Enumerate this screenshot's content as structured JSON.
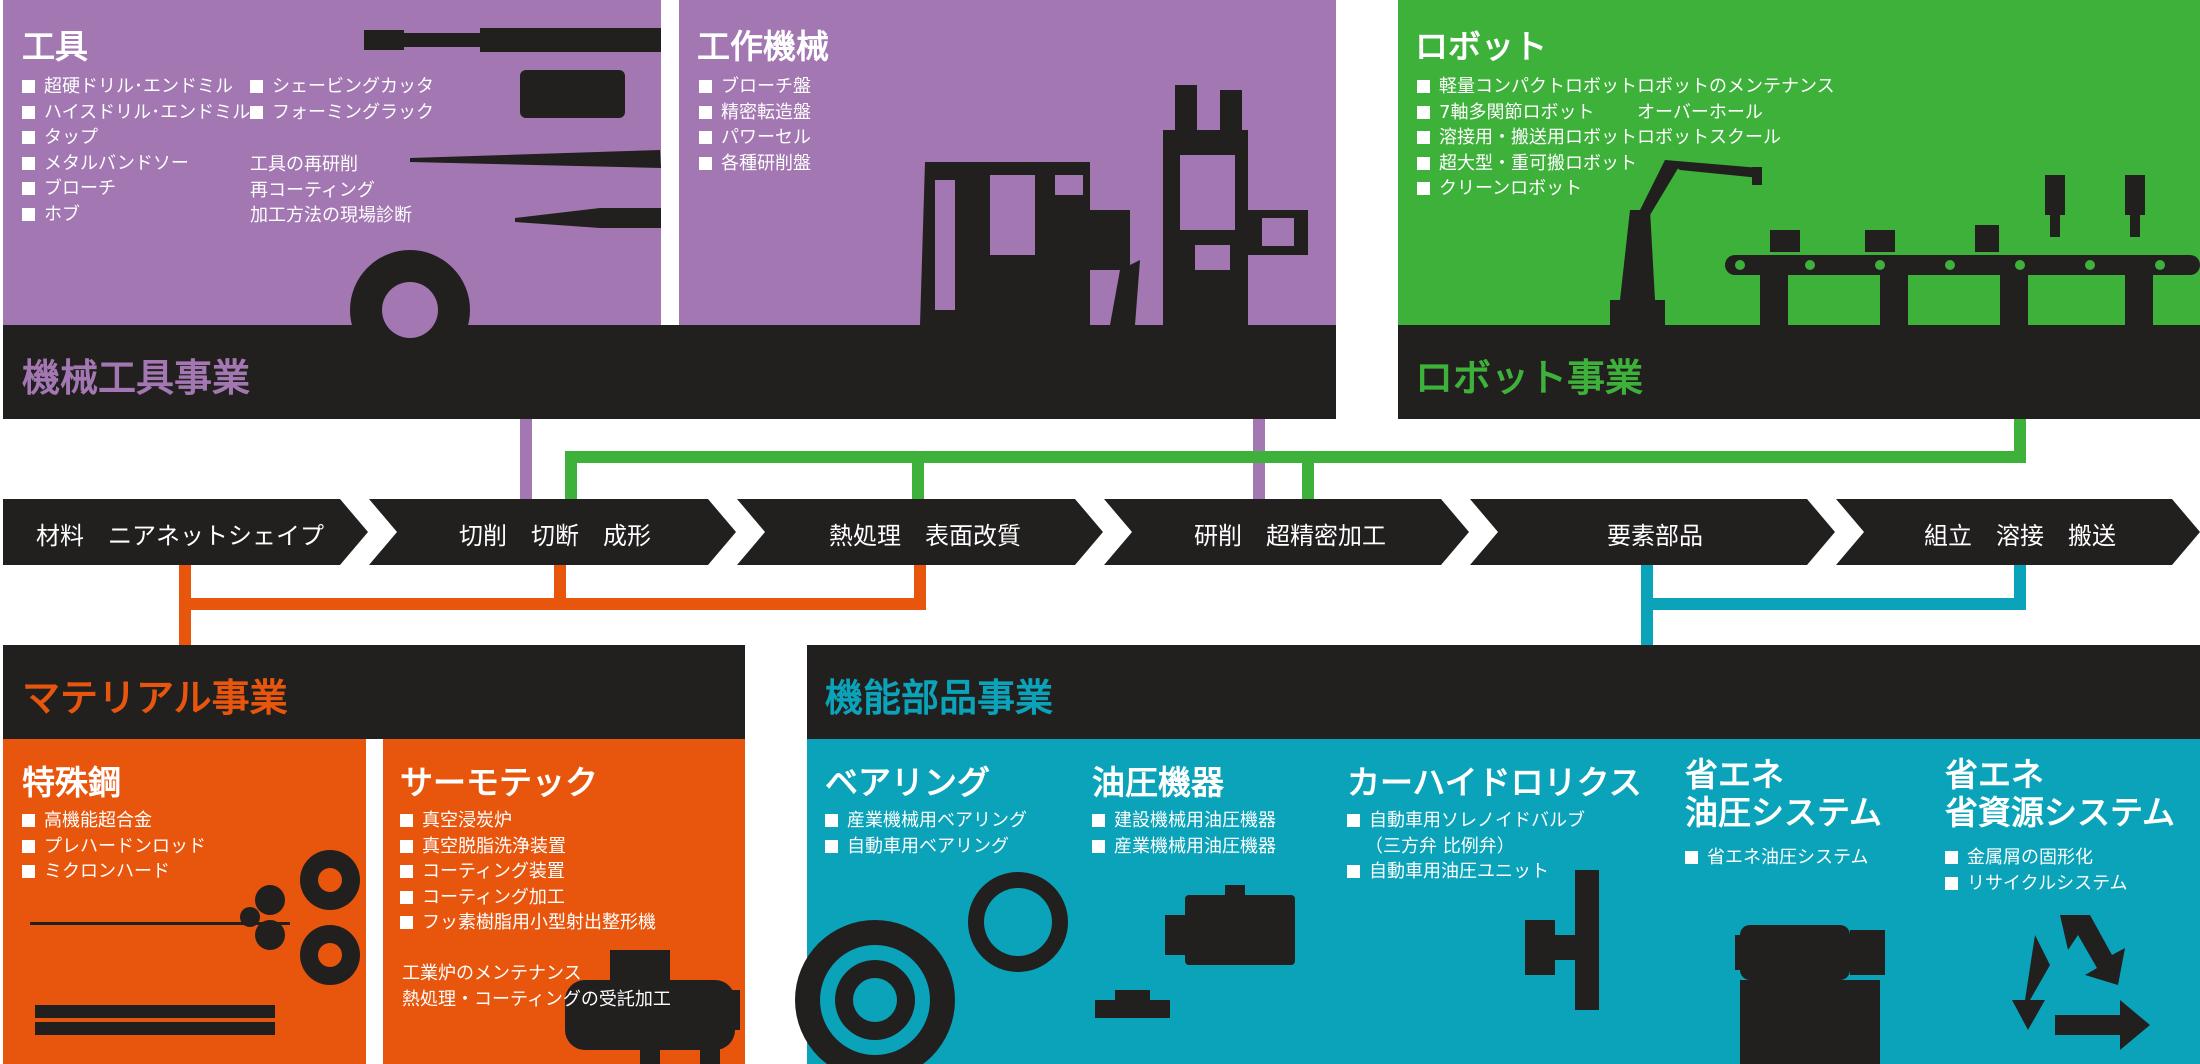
{
  "top": {
    "tools": {
      "title": "工具",
      "items_left": [
        "超硬ドリル･エンドミル",
        "ハイスドリル･エンドミル",
        "タップ",
        "メタルバンドソー",
        "ブローチ",
        "ホブ"
      ],
      "items_right": [
        "シェービングカッタ",
        "フォーミングラック"
      ],
      "plain": [
        "工具の再研削",
        "再コーティング",
        "加工方法の現場診断"
      ]
    },
    "machines": {
      "title": "工作機械",
      "items": [
        "ブローチ盤",
        "精密転造盤",
        "パワーセル",
        "各種研削盤"
      ]
    },
    "robots": {
      "title": "ロボット",
      "items": [
        "軽量コンパクトロボット",
        "7軸多関節ロボット",
        "溶接用・搬送用ロボット",
        "超大型・重可搬ロボット",
        "クリーンロボット"
      ],
      "plain": [
        "ロボットのメンテナンス",
        "オーバーホール",
        "ロボットスクール"
      ]
    }
  },
  "divisions": {
    "machine_tools": "機械工具事業",
    "robot": "ロボット事業",
    "material": "マテリアル事業",
    "functional_parts": "機能部品事業"
  },
  "process": [
    {
      "label": "材料　ニアネットシェイプ"
    },
    {
      "label": "切削　切断　成形"
    },
    {
      "label": "熱処理　表面改質"
    },
    {
      "label": "研削　超精密加工"
    },
    {
      "label": "要素部品"
    },
    {
      "label": "組立　溶接　搬送"
    }
  ],
  "bottom": {
    "special_steel": {
      "title": "特殊鋼",
      "items": [
        "高機能超合金",
        "プレハードンロッド",
        "ミクロンハード"
      ]
    },
    "thermotec": {
      "title": "サーモテック",
      "items": [
        "真空浸炭炉",
        "真空脱脂洗浄装置",
        "コーティング装置",
        "コーティング加工",
        "フッ素樹脂用小型射出整形機"
      ],
      "plain": [
        "工業炉のメンテナンス",
        "熱処理・コーティングの受託加工"
      ]
    },
    "bearing": {
      "title": "ベアリング",
      "items": [
        "産業機械用ベアリング",
        "自動車用ベアリング"
      ]
    },
    "hydraulic": {
      "title": "油圧機器",
      "items": [
        "建設機械用油圧機器",
        "産業機械用油圧機器"
      ]
    },
    "carhydraulics": {
      "title": "カーハイドロリクス",
      "items": [
        "自動車用ソレノイドバルブ",
        "自動車用油圧ユニット"
      ],
      "sub": "（三方弁 比例弁）"
    },
    "energy_hydraulic": {
      "title_line1": "省エネ",
      "title_line2": "油圧システム",
      "items": [
        "省エネ油圧システム"
      ]
    },
    "energy_resource": {
      "title_line1": "省エネ",
      "title_line2": "省資源システム",
      "items": [
        "金属屑の固形化",
        "リサイクルシステム"
      ]
    }
  },
  "colors": {
    "purple": "#a377b2",
    "green": "#3eb13b",
    "orange": "#e8560e",
    "teal": "#0aa3b9",
    "dark": "#221f1f"
  }
}
